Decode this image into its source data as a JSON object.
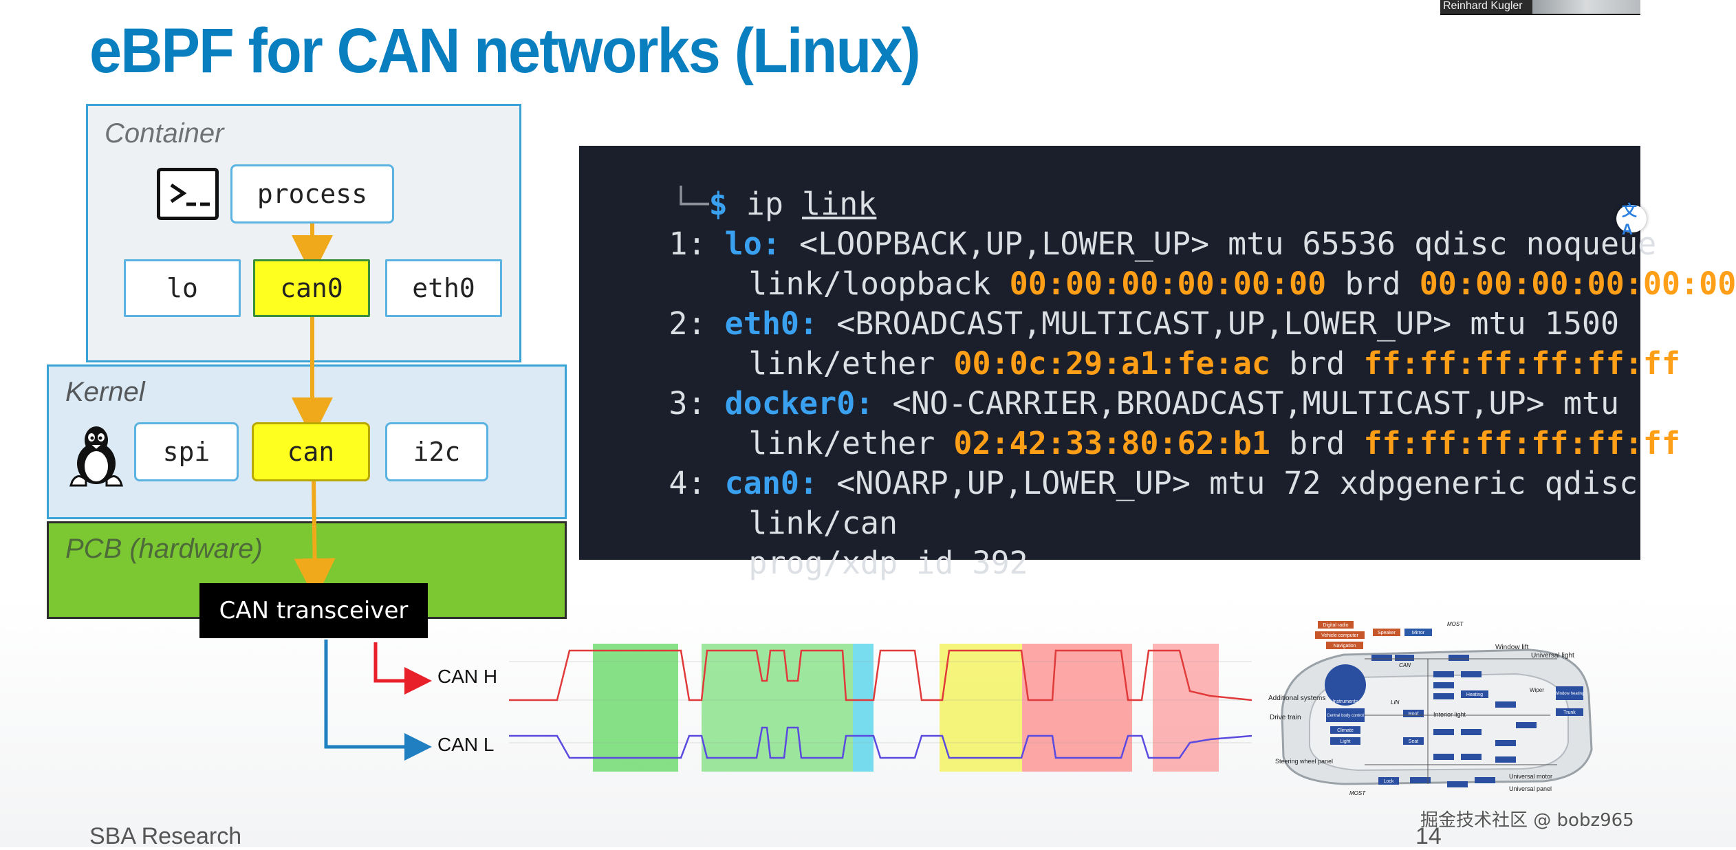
{
  "slide": {
    "title": "eBPF for CAN networks (Linux)",
    "footer": "SBA Research",
    "page_number": "14"
  },
  "speaker": {
    "name": "Reinhard Kugler"
  },
  "diagram": {
    "layers": {
      "container": "Container",
      "kernel": "Kernel",
      "pcb": "PCB (hardware)"
    },
    "nodes": {
      "process": "process",
      "lo": "lo",
      "can0": "can0",
      "eth0": "eth0",
      "spi": "spi",
      "can": "can",
      "i2c": "i2c",
      "transceiver": "CAN transceiver"
    },
    "signals": {
      "can_h": "CAN H",
      "can_l": "CAN L"
    },
    "colors": {
      "highlight": "#ffff1f",
      "arrow": "#f0a91a",
      "border": "#3aa3d6",
      "pcb": "#7bc832",
      "can_h": "#e8202a",
      "can_l": "#1f7fc0"
    }
  },
  "terminal": {
    "prompt": "$",
    "command_name": "ip",
    "command_arg": "link",
    "entries": [
      {
        "idx": "1:",
        "iface": "lo:",
        "flags": "<LOOPBACK,UP,LOWER_UP> mtu 65536 qdisc noqueue",
        "link_type": "link/loopback",
        "addr": "00:00:00:00:00:00",
        "brd_label": "brd",
        "brd": "00:00:00:00:00:00"
      },
      {
        "idx": "2:",
        "iface": "eth0:",
        "flags": "<BROADCAST,MULTICAST,UP,LOWER_UP> mtu 1500",
        "link_type": "link/ether",
        "addr": "00:0c:29:a1:fe:ac",
        "brd_label": "brd",
        "brd": "ff:ff:ff:ff:ff:ff"
      },
      {
        "idx": "3:",
        "iface": "docker0:",
        "flags": "<NO-CARRIER,BROADCAST,MULTICAST,UP> mtu",
        "link_type": "link/ether",
        "addr": "02:42:33:80:62:b1",
        "brd_label": "brd",
        "brd": "ff:ff:ff:ff:ff:ff"
      },
      {
        "idx": "4:",
        "iface": "can0:",
        "flags": "<NOARP,UP,LOWER_UP> mtu 72 xdpgeneric qdisc",
        "link_type": "link/can",
        "extra": "prog/xdp id 392"
      }
    ]
  },
  "car_diagram_labels": {
    "digital_radio": "Digital radio",
    "vehicle_computer": "Vehicle computer",
    "navigation": "Navigation",
    "speaker": "Speaker",
    "mirror": "Mirror",
    "most_top": "MOST",
    "window_lift": "Window lift",
    "universal_light": "Universal light",
    "additional_systems": "Additional systems",
    "drive_train": "Drive train",
    "instruments": "Instruments",
    "central_body_control": "Central body control",
    "climate": "Climate",
    "light": "Light",
    "interior_light": "Interior light",
    "heating": "Heating",
    "wiper": "Wiper",
    "window_heating": "Window heating",
    "trunk": "Trunk",
    "seat": "Seat",
    "steering_wheel_panel": "Steering wheel panel",
    "lock": "Lock",
    "universal_motor": "Universal motor",
    "universal_panel": "Universal panel",
    "most_bottom": "MOST",
    "can": "CAN",
    "lin": "LIN",
    "roof": "Roof"
  },
  "watermark": "掘金技术社区 @ bobz965"
}
